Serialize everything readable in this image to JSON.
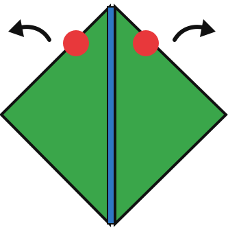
{
  "diagram": {
    "colors": {
      "background": "#ffffff",
      "flap_fill": "#3aa64a",
      "outline": "#111111",
      "center_crease": "#2f78c4",
      "marker_dot": "#e8383b",
      "arrow": "#111111"
    },
    "shapes": {
      "left_flap": "green-triangle-flap",
      "right_flap": "green-triangle-flap",
      "center_strip": "blue-center-crease",
      "left_marker": "red-dot",
      "right_marker": "red-dot",
      "left_arrow": "curved-arrow-left",
      "right_arrow": "curved-arrow-right"
    }
  }
}
